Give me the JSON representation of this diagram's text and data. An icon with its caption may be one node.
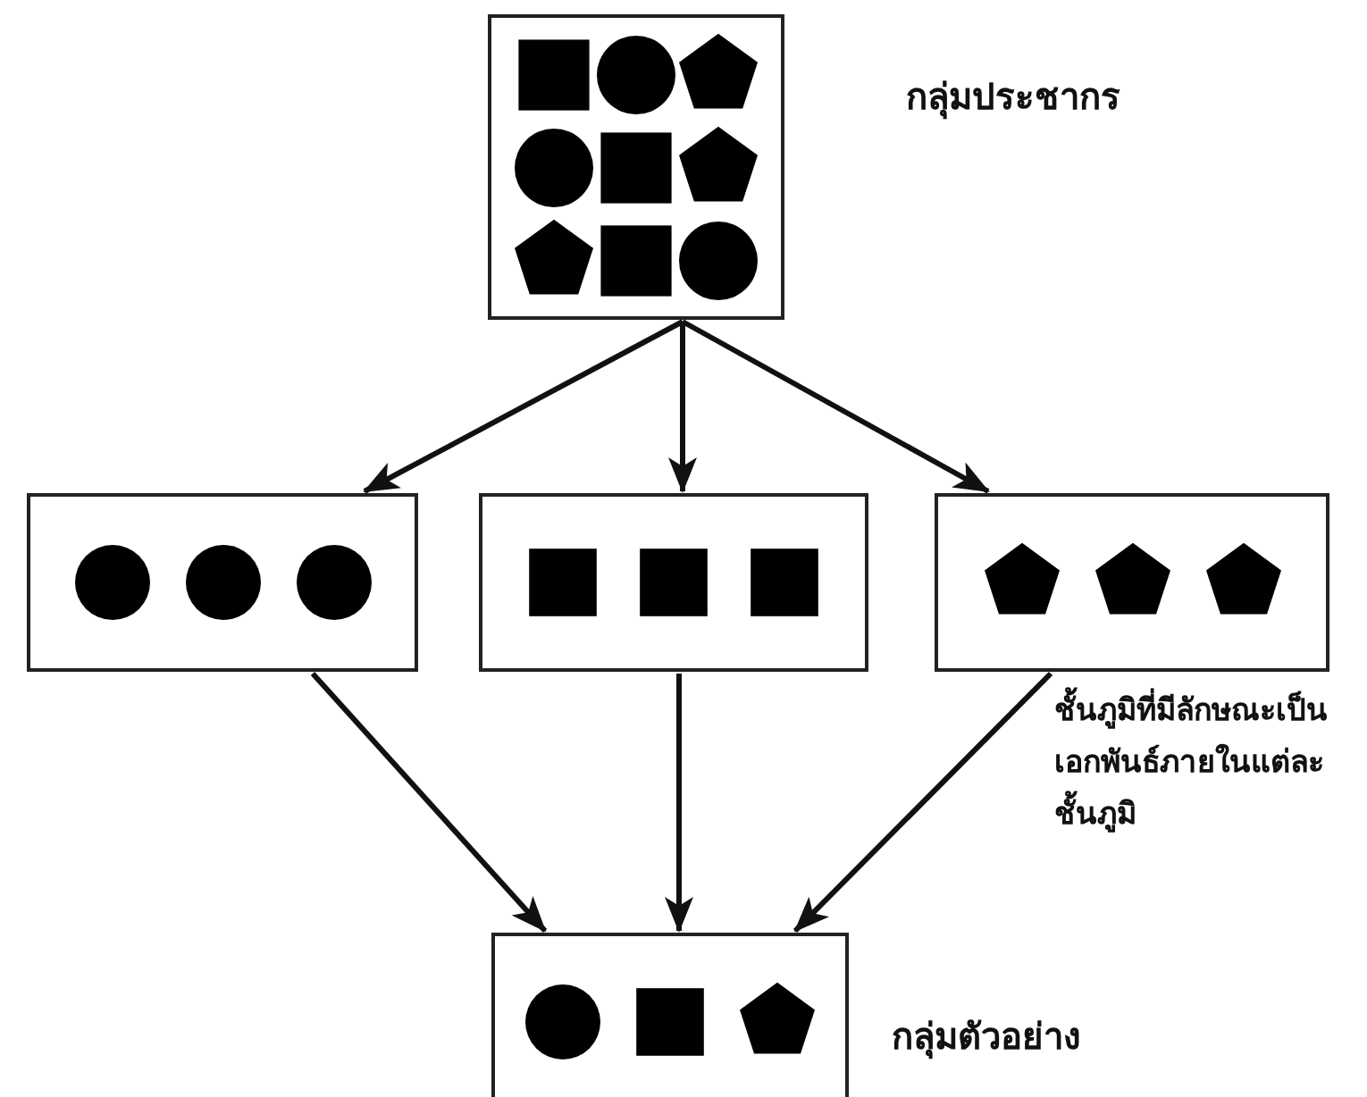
{
  "diagram": {
    "nodes": [
      {
        "text": [
          "กลุ่มประชากร"
        ]
      },
      {
        "text": [],
        "shape": "box"
      },
      {
        "text": [],
        "shape": "box"
      },
      {
        "text": [],
        "shape": "box"
      },
      {
        "text": [
          "กลุ่มตัวอย่าง"
        ]
      }
    ],
    "edges": [
      {
        "from": 0,
        "to": 1,
        "arrow": "to"
      },
      {
        "from": 0,
        "to": 2,
        "arrow": "to"
      },
      {
        "from": 0,
        "to": 3,
        "arrow": "to"
      },
      {
        "from": 1,
        "to": 4,
        "arrow": "to"
      },
      {
        "from": 2,
        "to": 4,
        "arrow": "to"
      },
      {
        "from": 3,
        "to": 4,
        "arrow": "to"
      }
    ],
    "labels": [
      "ชั้นภูมิที่มีลักษณะเป็นเอกพันธ์ภายในแต่ละชั้นภูมิ"
    ]
  }
}
